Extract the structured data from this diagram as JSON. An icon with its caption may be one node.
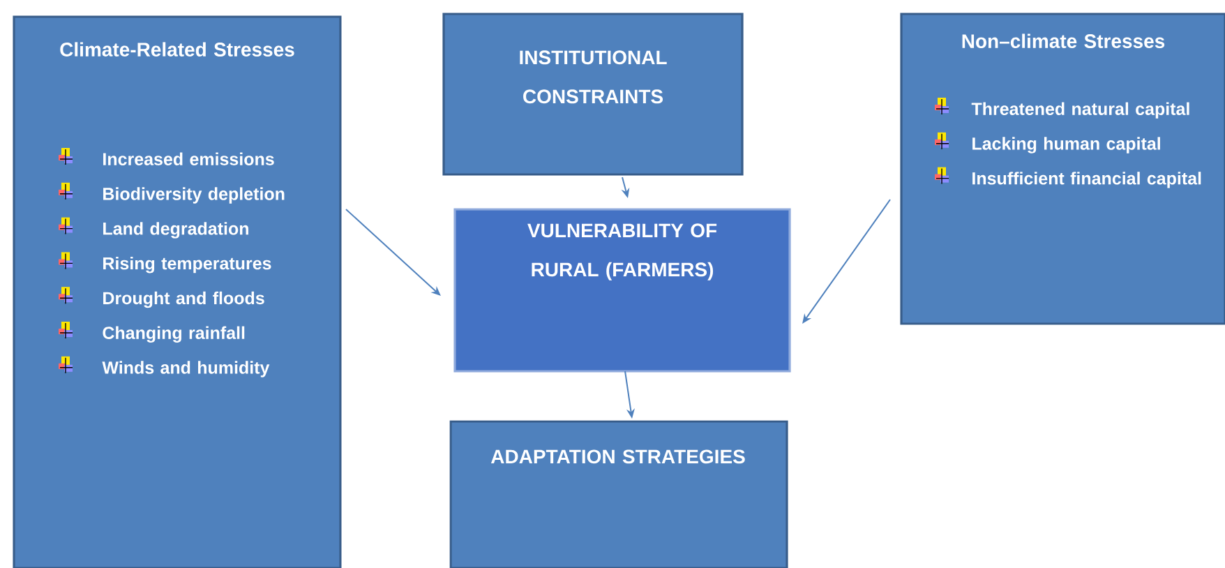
{
  "diagram": {
    "nodes": [
      {
        "text": [
          "Climate-Related Stresses",
          "Increased emissions",
          "Biodiversity depletion",
          "Land degradation",
          "Rising temperatures",
          "Drought and floods",
          "Changing rainfall",
          "Winds and humidity"
        ]
      },
      {
        "text": [
          "INSTITUTIONAL CONSTRAINTS"
        ]
      },
      {
        "text": [
          "Non–climate Stresses",
          "Threatened natural capital",
          "Lacking human capital",
          "Insufficient financial capital"
        ]
      },
      {
        "text": [
          "VULNERABILITY OF RURAL (FARMERS)"
        ]
      },
      {
        "text": [
          "ADAPTATION STRATEGIES"
        ]
      }
    ],
    "edges": [
      {
        "from": 0,
        "to": 3,
        "arrow": "to"
      },
      {
        "from": 1,
        "to": 3,
        "arrow": "to"
      },
      {
        "from": 2,
        "to": 3,
        "arrow": "to"
      },
      {
        "from": 3,
        "to": 4,
        "arrow": "to"
      }
    ]
  }
}
